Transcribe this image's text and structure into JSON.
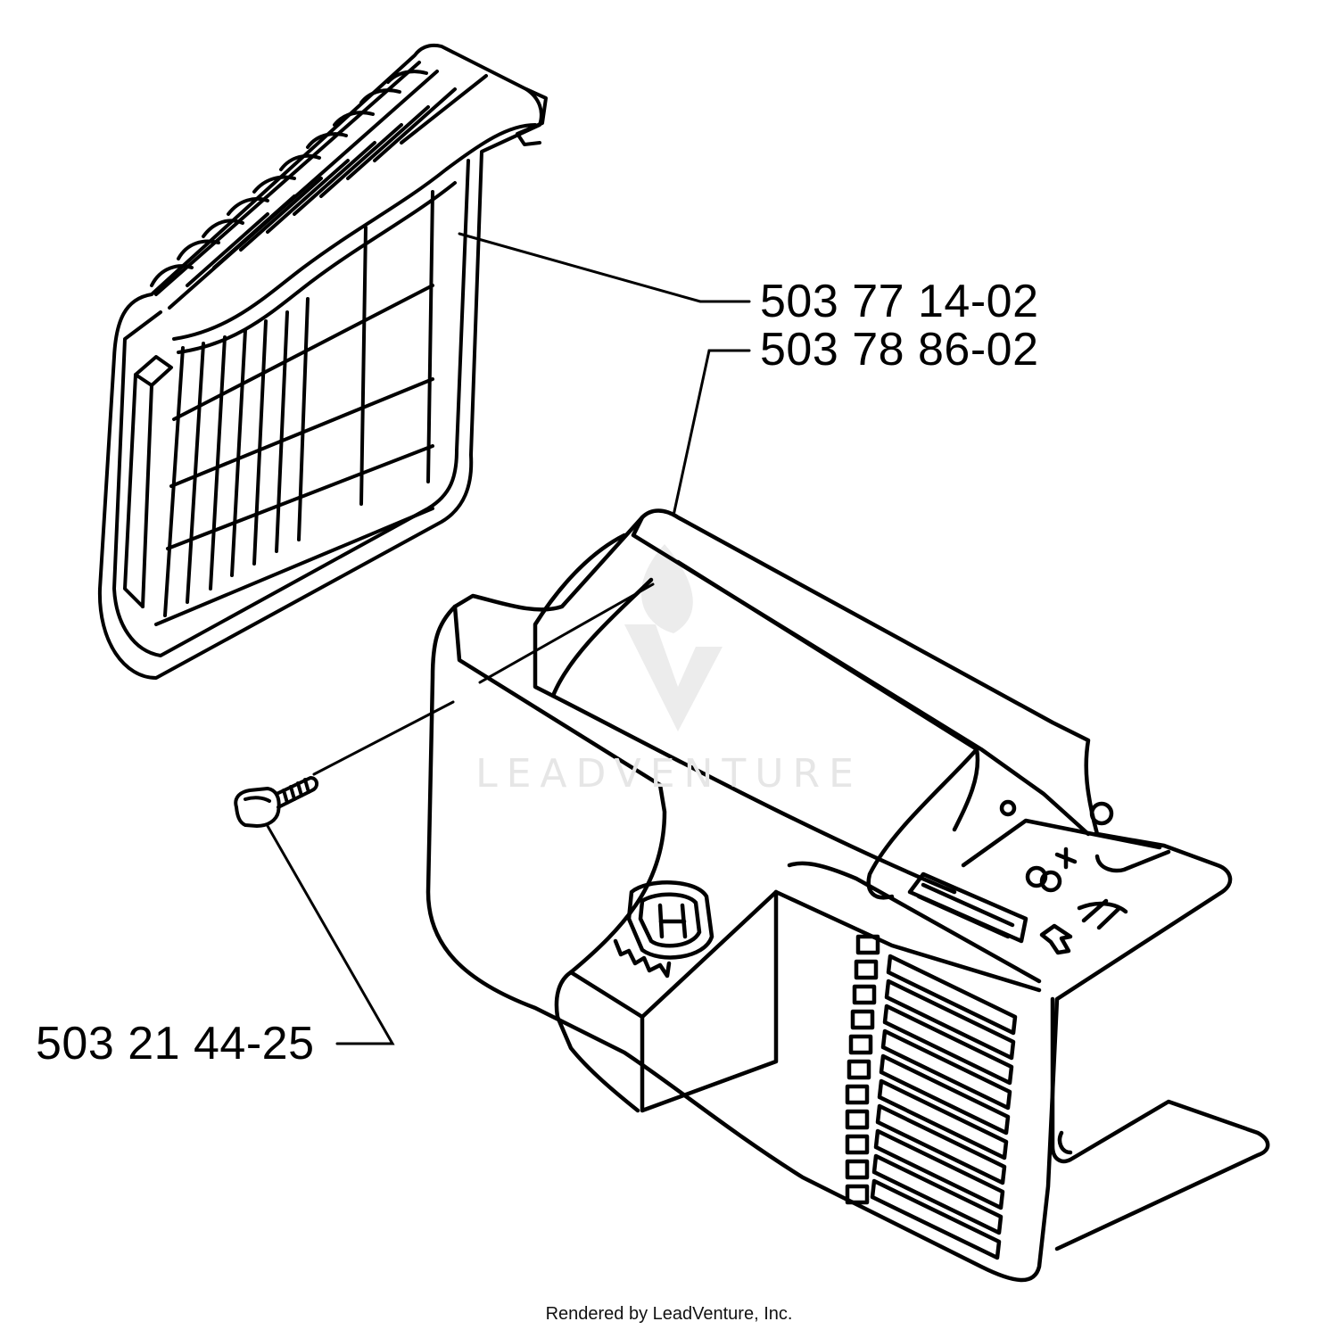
{
  "diagram": {
    "part_labels": [
      {
        "id": "air-filter-cover",
        "text": "503 77 14-02"
      },
      {
        "id": "cylinder-cover",
        "text": "503 78 86-02"
      },
      {
        "id": "screw",
        "text": "503 21 44-25"
      }
    ],
    "watermark_text": "LEADVENTURE",
    "footer_text": "Rendered by LeadVenture, Inc.",
    "colors": {
      "line": "#000000",
      "watermark": "#e6e6e6"
    }
  }
}
